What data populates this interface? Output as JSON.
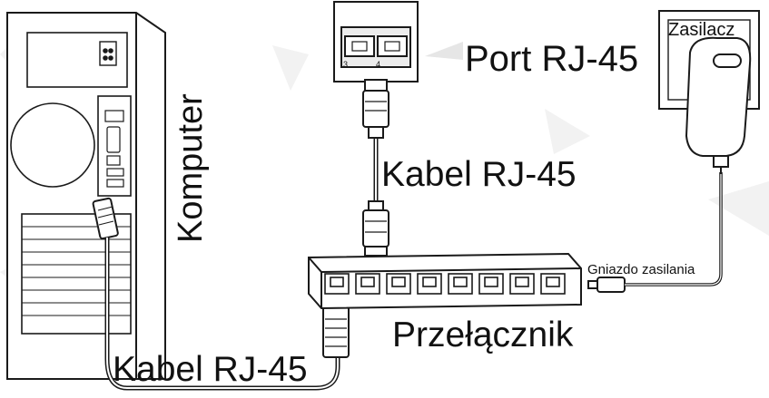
{
  "labels": {
    "computer": "Komputer",
    "port": "Port RJ-45",
    "power_adapter": "Zasilacz",
    "cable_top": "Kabel RJ-45",
    "cable_bottom": "Kabel RJ-45",
    "power_socket": "Gniazdo zasilania",
    "switch": "Przełącznik"
  },
  "wall_port_numbers": [
    "3",
    "4"
  ],
  "colors": {
    "line": "#1a1a1a",
    "callout_bg": "#e6e6e6",
    "background": "#ffffff"
  }
}
